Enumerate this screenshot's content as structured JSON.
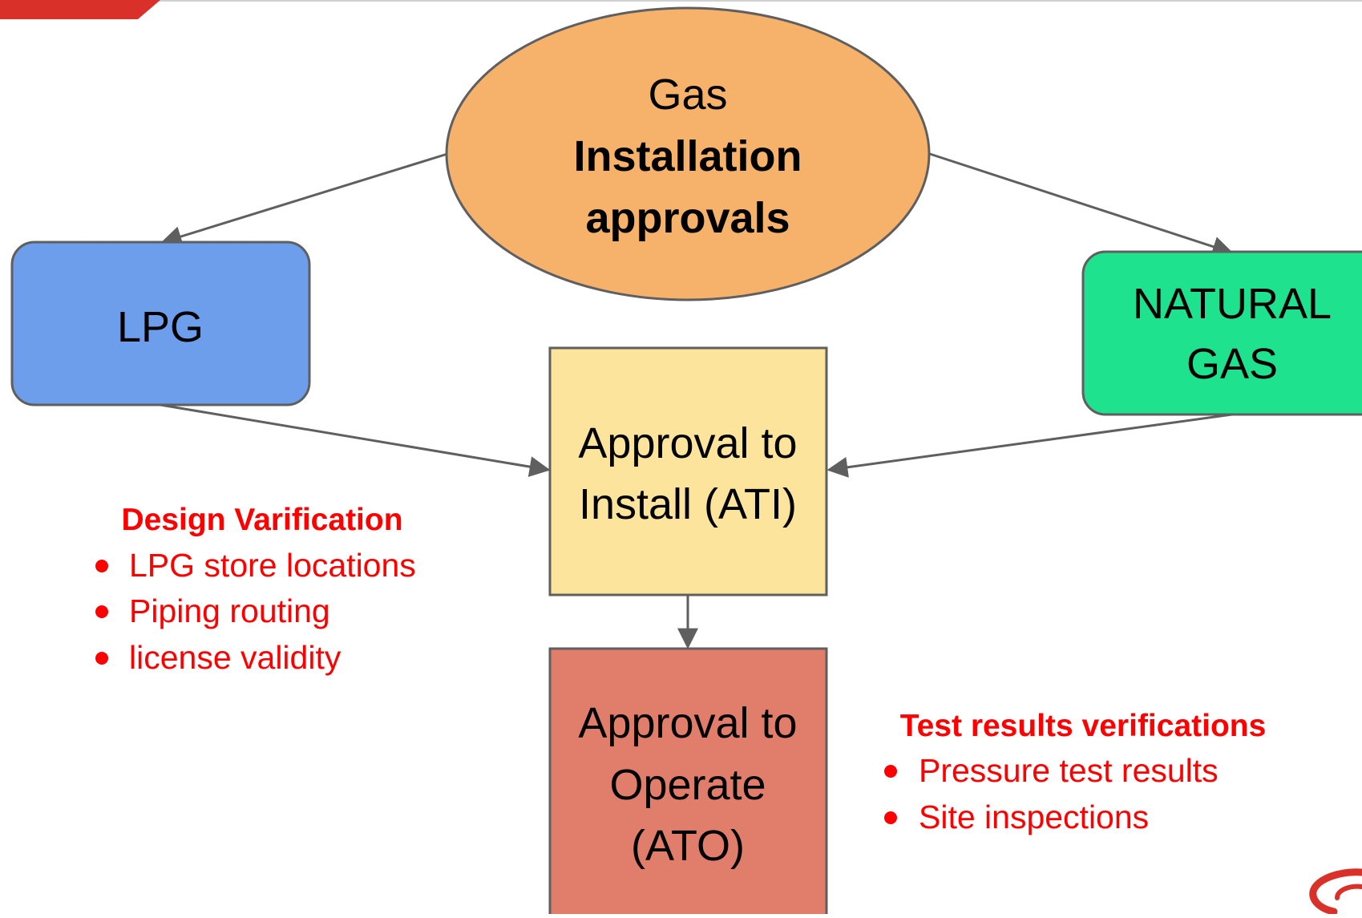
{
  "colors": {
    "gas_ellipse": "#f6b26b",
    "lpg_box": "#6d9eeb",
    "natural_gas_box": "#1ee28d",
    "ati_box": "#fde49c",
    "ato_box": "#e07d6b",
    "stroke": "#5f5f5f",
    "note_red": "#ff0000",
    "header_red": "#d9302a"
  },
  "gas": {
    "line1": "Gas",
    "line2": "Installation",
    "line3": "approvals"
  },
  "lpg": {
    "label": "LPG"
  },
  "natural_gas": {
    "line1": "NATURAL",
    "line2": "GAS"
  },
  "ati": {
    "line1": "Approval to",
    "line2": "Install (ATI)"
  },
  "ato": {
    "line1": "Approval to",
    "line2": "Operate",
    "line3": "(ATO)"
  },
  "design_note": {
    "title": "Design Varification",
    "items": [
      "LPG store locations",
      "Piping routing",
      "license validity"
    ]
  },
  "test_note": {
    "title": "Test results verifications",
    "items": [
      "Pressure test results",
      "Site inspections"
    ]
  }
}
